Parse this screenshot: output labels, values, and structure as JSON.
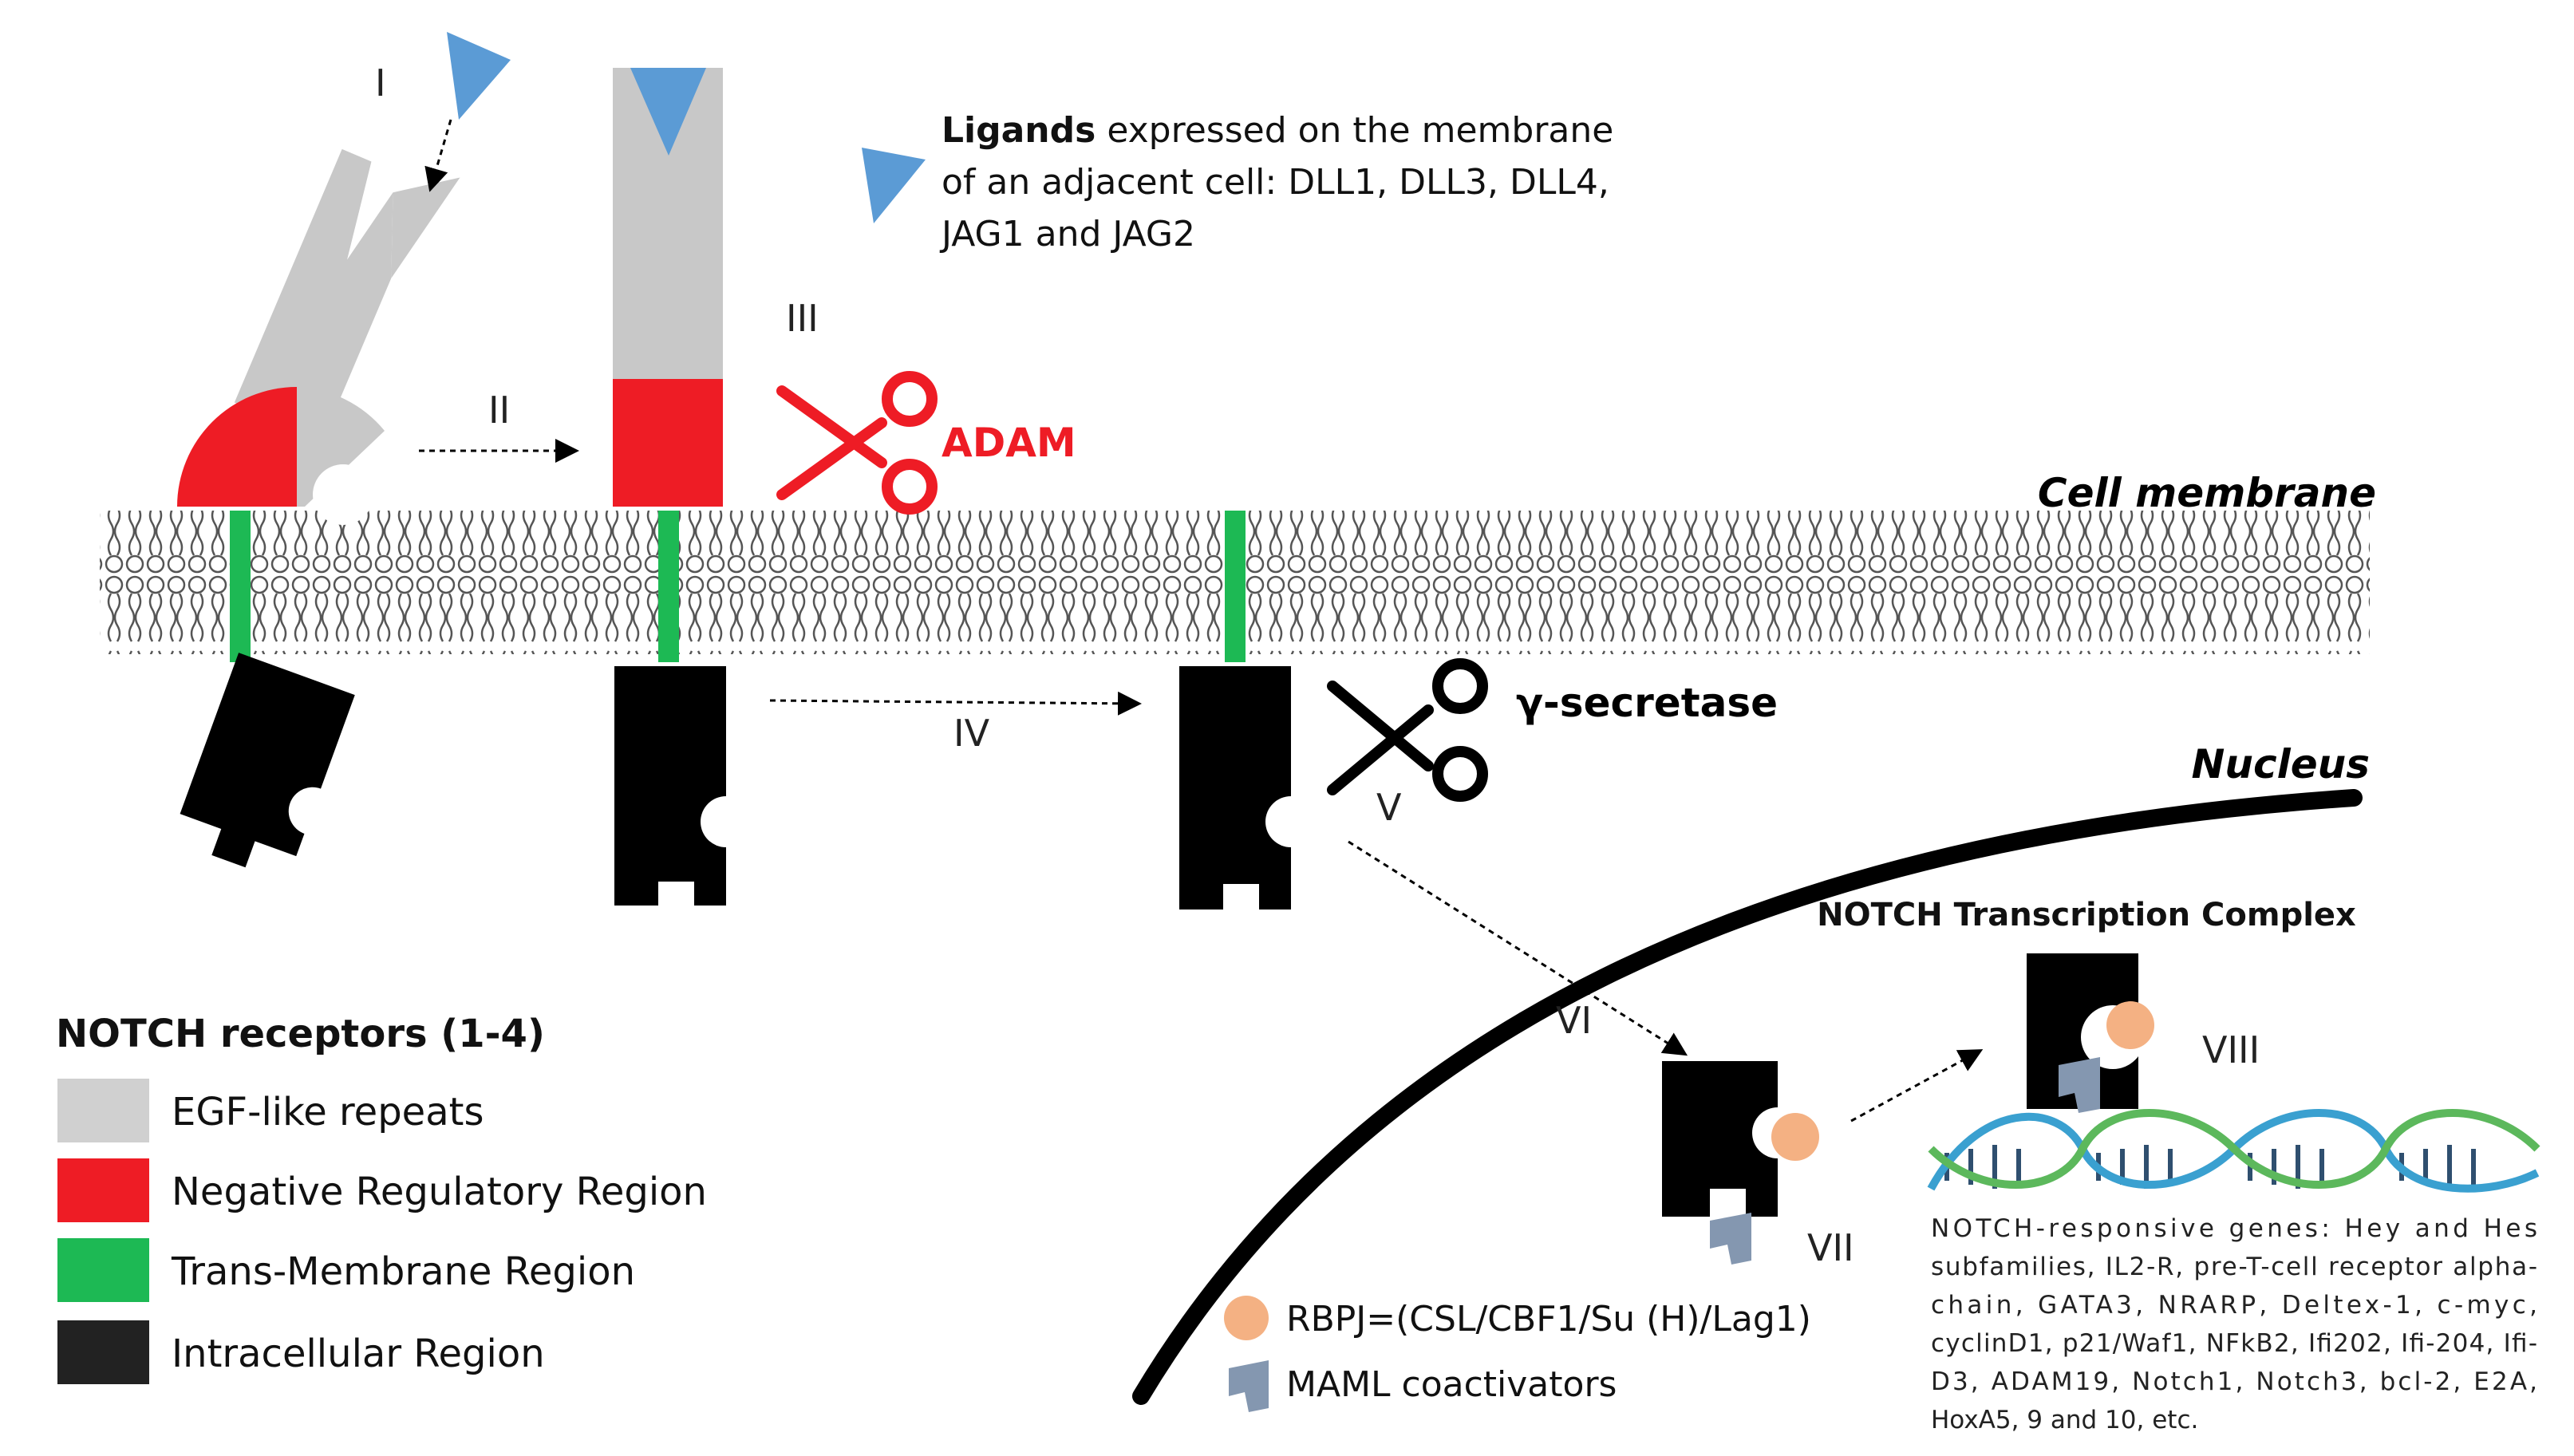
{
  "steps": {
    "s1": "I",
    "s2": "II",
    "s3": "III",
    "s4": "IV",
    "s5": "V",
    "s6": "VI",
    "s7": "VII",
    "s8": "VIII"
  },
  "ligand_note": {
    "line1_bold": "Ligands",
    "line1_rest": " expressed on the membrane",
    "line2": "of an adjacent cell: DLL1, DLL3, DLL4,",
    "line3": "JAG1 and JAG2"
  },
  "adam_label": "ADAM",
  "membrane_label": "Cell membrane",
  "gamma_label": "γ-secretase",
  "nucleus_label": "Nucleus",
  "complex_title": "NOTCH Transcription Complex",
  "legend": {
    "title": "NOTCH receptors (1-4)",
    "items": [
      {
        "label": "EGF-like repeats",
        "color": "#d0d0d0"
      },
      {
        "label": "Negative Regulatory Region",
        "color": "#ee1c25"
      },
      {
        "label": "Trans-Membrane Region",
        "color": "#1db954"
      },
      {
        "label": "Intracellular Region",
        "color": "#222222"
      }
    ]
  },
  "key": {
    "rbpj": "RBPJ=(CSL/CBF1/Su (H)/Lag1)",
    "maml": "MAML coactivators"
  },
  "genes_text": [
    "NOTCH-responsive genes: Hey and Hes",
    "subfamilies, IL2-R, pre-T-cell receptor alpha-",
    "chain, GATA3, NRARP, Deltex-1, c-myc,",
    "cyclinD1, p21/Waf1, NFkB2, Ifi202, Ifi-204, Ifi-",
    "D3, ADAM19, Notch1, Notch3, bcl-2, E2A,",
    "HoxA5, 9 and 10, etc."
  ],
  "colors": {
    "ligand": "#5b9bd5",
    "egf": "#c8c8c8",
    "nrr": "#ee1c25",
    "tm": "#1db954",
    "intracellular": "#000000",
    "rbpj": "#f4b183",
    "maml": "#8497b0",
    "adam_text": "#ee1c25"
  }
}
